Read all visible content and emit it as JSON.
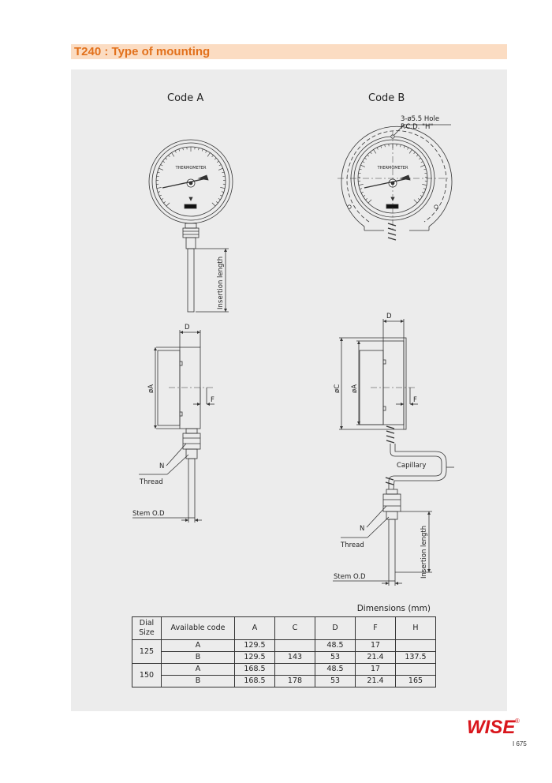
{
  "header": {
    "title": "T240 : Type of mounting"
  },
  "drawing": {
    "code_a_label": "Code A",
    "code_b_label": "Code B",
    "dial_text": "THERMOMETER",
    "hole_note_line1": "3-ø5.5 Hole",
    "hole_note_line2": "P.C.D. \"H\"",
    "insertion_length": "Insertion length",
    "dim_d": "D",
    "dim_f": "F",
    "dim_phi_a": "øA",
    "dim_phi_c": "øC",
    "label_n": "N",
    "label_thread": "Thread",
    "label_stem_od": "Stem O.D",
    "label_capillary": "Capillary"
  },
  "table": {
    "caption": "Dimensions (mm)",
    "headers": [
      "Dial Size",
      "Available code",
      "A",
      "C",
      "D",
      "F",
      "H"
    ],
    "dial_size_header_line1": "Dial",
    "dial_size_header_line2": "Size",
    "groups": [
      {
        "dial": "125",
        "rows": [
          {
            "code": "A",
            "A": "129.5",
            "C": "",
            "D": "48.5",
            "F": "17",
            "H": ""
          },
          {
            "code": "B",
            "A": "129.5",
            "C": "143",
            "D": "53",
            "F": "21.4",
            "H": "137.5"
          }
        ]
      },
      {
        "dial": "150",
        "rows": [
          {
            "code": "A",
            "A": "168.5",
            "C": "",
            "D": "48.5",
            "F": "17",
            "H": ""
          },
          {
            "code": "B",
            "A": "168.5",
            "C": "178",
            "D": "53",
            "F": "21.4",
            "H": "165"
          }
        ]
      }
    ]
  },
  "footer": {
    "brand": "WISE",
    "registered": "®",
    "page_number": "675",
    "page_prefix": "I"
  },
  "colors": {
    "title": "#e2711c",
    "title_bg": "#fbdcc2",
    "panel_bg": "#ececec",
    "brand": "#d9161c"
  }
}
